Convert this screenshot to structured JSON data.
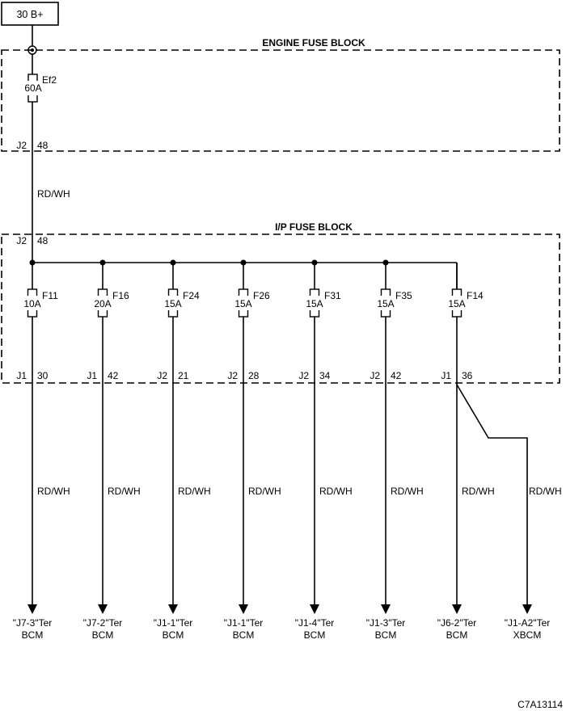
{
  "power_source": "30 B+",
  "engine_fuse_block": {
    "title": "ENGINE FUSE BLOCK",
    "fuse": {
      "name": "Ef2",
      "rating": "60A"
    },
    "out_connector": "J2",
    "out_pin": "48"
  },
  "feed_wire_color": "RD/WH",
  "ip_fuse_block": {
    "title": "I/P FUSE BLOCK",
    "in_connector": "J2",
    "in_pin": "48",
    "fuses": [
      {
        "name": "F11",
        "rating": "10A",
        "connector": "J1",
        "pin": "30",
        "wire": "RD/WH",
        "dest_terminal": "\"J7-3\"Ter",
        "dest_module": "BCM"
      },
      {
        "name": "F16",
        "rating": "20A",
        "connector": "J1",
        "pin": "42",
        "wire": "RD/WH",
        "dest_terminal": "\"J7-2\"Ter",
        "dest_module": "BCM"
      },
      {
        "name": "F24",
        "rating": "15A",
        "connector": "J2",
        "pin": "21",
        "wire": "RD/WH",
        "dest_terminal": "\"J1-1\"Ter",
        "dest_module": "BCM"
      },
      {
        "name": "F26",
        "rating": "15A",
        "connector": "J2",
        "pin": "28",
        "wire": "RD/WH",
        "dest_terminal": "\"J1-1\"Ter",
        "dest_module": "BCM"
      },
      {
        "name": "F31",
        "rating": "15A",
        "connector": "J2",
        "pin": "34",
        "wire": "RD/WH",
        "dest_terminal": "\"J1-4\"Ter",
        "dest_module": "BCM"
      },
      {
        "name": "F35",
        "rating": "15A",
        "connector": "J2",
        "pin": "42",
        "wire": "RD/WH",
        "dest_terminal": "\"J1-3\"Ter",
        "dest_module": "BCM"
      },
      {
        "name": "F14",
        "rating": "15A",
        "connector": "J1",
        "pin": "36",
        "wire": "RD/WH",
        "dest_terminal": "\"J6-2\"Ter",
        "dest_module": "BCM"
      }
    ],
    "branch": {
      "wire": "RD/WH",
      "dest_terminal": "\"J1-A2\"Ter",
      "dest_module": "XBCM"
    }
  },
  "figure_code": "C7A13114"
}
